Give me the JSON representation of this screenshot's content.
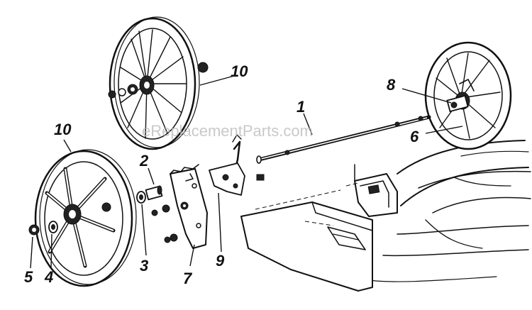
{
  "watermark": "eReplacementParts.com",
  "callouts": [
    "1",
    "2",
    "3",
    "4",
    "5",
    "6",
    "7",
    "8",
    "9",
    "10",
    "10"
  ]
}
